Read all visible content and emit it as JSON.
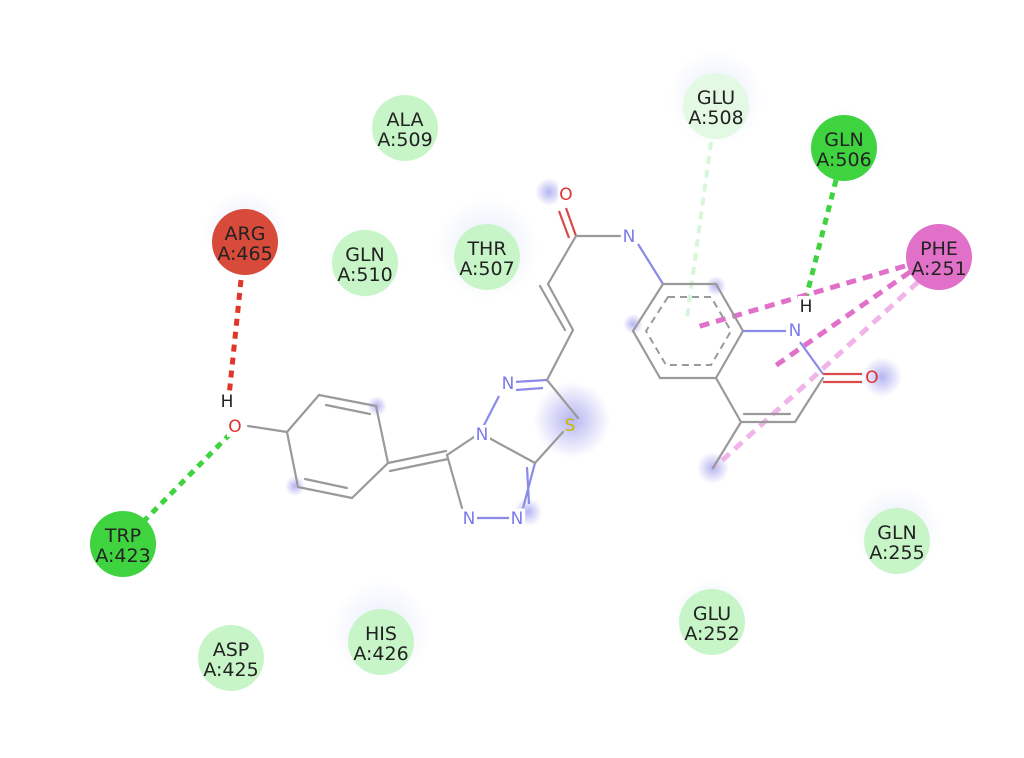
{
  "residues": [
    {
      "id": "ala509",
      "name": "ALA",
      "num": "A:509",
      "type": "vdw",
      "color": "#c8f5c8"
    },
    {
      "id": "gln510",
      "name": "GLN",
      "num": "A:510",
      "type": "vdw",
      "color": "#c8f5c8"
    },
    {
      "id": "thr507",
      "name": "THR",
      "num": "A:507",
      "type": "vdw",
      "color": "#c8f5c8"
    },
    {
      "id": "glu508",
      "name": "GLU",
      "num": "A:508",
      "type": "vdw",
      "color": "#c8f5c8"
    },
    {
      "id": "gln506",
      "name": "GLN",
      "num": "A:506",
      "type": "hbond",
      "color": "#3fd43f"
    },
    {
      "id": "phe251",
      "name": "PHE",
      "num": "A:251",
      "type": "pi",
      "color": "#e070c8"
    },
    {
      "id": "arg465",
      "name": "ARG",
      "num": "A:465",
      "type": "unfavorable",
      "color": "#d84a3a"
    },
    {
      "id": "trp423",
      "name": "TRP",
      "num": "A:423",
      "type": "hbond",
      "color": "#3fd43f"
    },
    {
      "id": "asp425",
      "name": "ASP",
      "num": "A:425",
      "type": "vdw",
      "color": "#c8f5c8"
    },
    {
      "id": "his426",
      "name": "HIS",
      "num": "A:426",
      "type": "vdw",
      "color": "#c8f5c8"
    },
    {
      "id": "glu252",
      "name": "GLU",
      "num": "A:252",
      "type": "vdw",
      "color": "#c8f5c8"
    },
    {
      "id": "gln255",
      "name": "GLN",
      "num": "A:255",
      "type": "vdw",
      "color": "#c8f5c8"
    }
  ],
  "atom_labels": {
    "o_amide": "O",
    "n_amide": "N",
    "n_ring1": "N",
    "n_ring2": "N",
    "n_ring3": "N",
    "n_ring4": "N",
    "s_ring": "S",
    "o_phenol": "O",
    "h_phenol": "H",
    "n_quin": "N",
    "h_quin": "H",
    "o_quin": "O"
  },
  "colors": {
    "vdw": "#c8f5c8",
    "hbond": "#3fd43f",
    "pi": "#e070c8",
    "pi_alkyl": "#f0b4e8",
    "unfavorable": "#e0352b",
    "carbon_hbond": "#d8f7d8",
    "nitrogen": "#7b7be8",
    "oxygen": "#e03030",
    "sulfur": "#d8c800"
  }
}
